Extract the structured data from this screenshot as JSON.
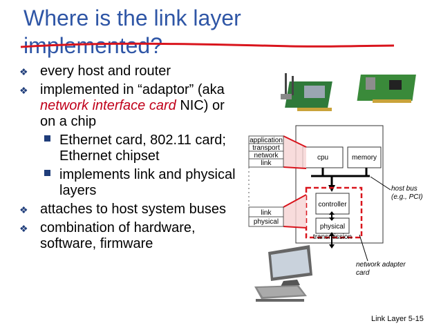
{
  "title": "Where is the link layer implemented?",
  "bullets": [
    {
      "text": "every host and router"
    },
    {
      "before": "implemented in “adaptor” (aka ",
      "em": "network interface card",
      "after": " NIC) or on a chip"
    }
  ],
  "sub_bullets": [
    "Ethernet card, 802.11 card; Ethernet chipset",
    "implements link and physical layers"
  ],
  "bullets2": [
    "attaches to host system buses",
    "combination of hardware, software, firmware"
  ],
  "stack": {
    "upper": [
      "application",
      "transport",
      "network",
      "link"
    ],
    "lower": [
      "link",
      "physical"
    ]
  },
  "diagram": {
    "cpu": "cpu",
    "memory": "memory",
    "controller": "controller",
    "physical": "physical",
    "transmission": "transmission",
    "host_bus": "host bus (e.g., PCI)",
    "network_adapter": "network adapter card"
  },
  "footer": "Link Layer  5-15",
  "colors": {
    "title": "#2f56a6",
    "accent_red": "#d9141c"
  }
}
